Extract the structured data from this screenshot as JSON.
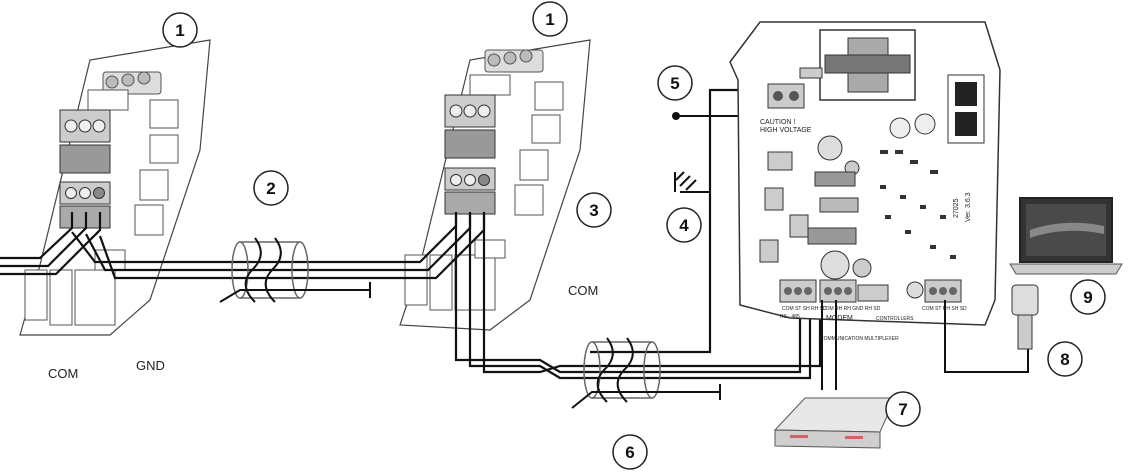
{
  "callouts": [
    {
      "id": "1a",
      "text": "1"
    },
    {
      "id": "1b",
      "text": "1"
    },
    {
      "id": "2",
      "text": "2"
    },
    {
      "id": "3",
      "text": "3"
    },
    {
      "id": "4",
      "text": "4"
    },
    {
      "id": "5",
      "text": "5"
    },
    {
      "id": "6",
      "text": "6"
    },
    {
      "id": "7",
      "text": "7"
    },
    {
      "id": "8",
      "text": "8"
    },
    {
      "id": "9",
      "text": "9"
    }
  ],
  "labels": {
    "com_left": "COM",
    "gnd_left": "GND",
    "com_middle": "COM"
  },
  "board": {
    "caution_line1": "CAUTION !",
    "caution_line2": "HIGH VOLTAGE",
    "model": "27025",
    "version": "Ver. 3.6.3",
    "modem": "MODEM",
    "controllers": "CONTROLLERS",
    "comm_multiplexer": "COMMUNICATION MULTIPLEXER",
    "terminal_left": "COM  ST  SH  RH  SD",
    "terminal_mid": "COM  RH  RH  GND  RH  SD",
    "terminal_right": "COM  ST  RH  SH  SD",
    "rs_label": "RS - 485"
  },
  "colors": {
    "line": "#111111",
    "board_outline": "#333333",
    "component_gray": "#9a9a9a"
  }
}
